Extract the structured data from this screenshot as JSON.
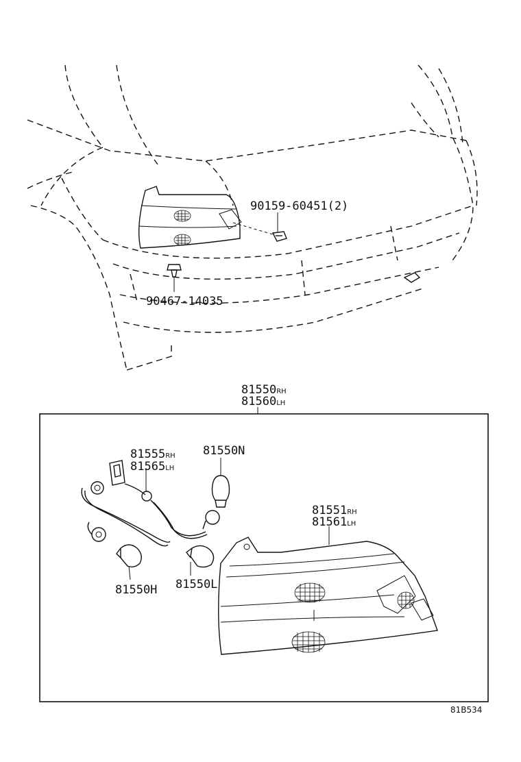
{
  "labels": {
    "screw": "90159-60451(2)",
    "clip": "90467-14035",
    "lamp_assy_rh_no": "81550",
    "lamp_assy_rh_suffix": "RH",
    "lamp_assy_lh_no": "81560",
    "lamp_assy_lh_suffix": "LH",
    "socket_rh_no": "81555",
    "socket_rh_suffix": "RH",
    "socket_lh_no": "81565",
    "socket_lh_suffix": "LH",
    "bulb_n": "81550N",
    "lens_rh_no": "81551",
    "lens_rh_suffix": "RH",
    "lens_lh_no": "81561",
    "lens_lh_suffix": "LH",
    "bulb_h": "81550H",
    "bulb_l": "81550L"
  },
  "figure_code": "81B534"
}
